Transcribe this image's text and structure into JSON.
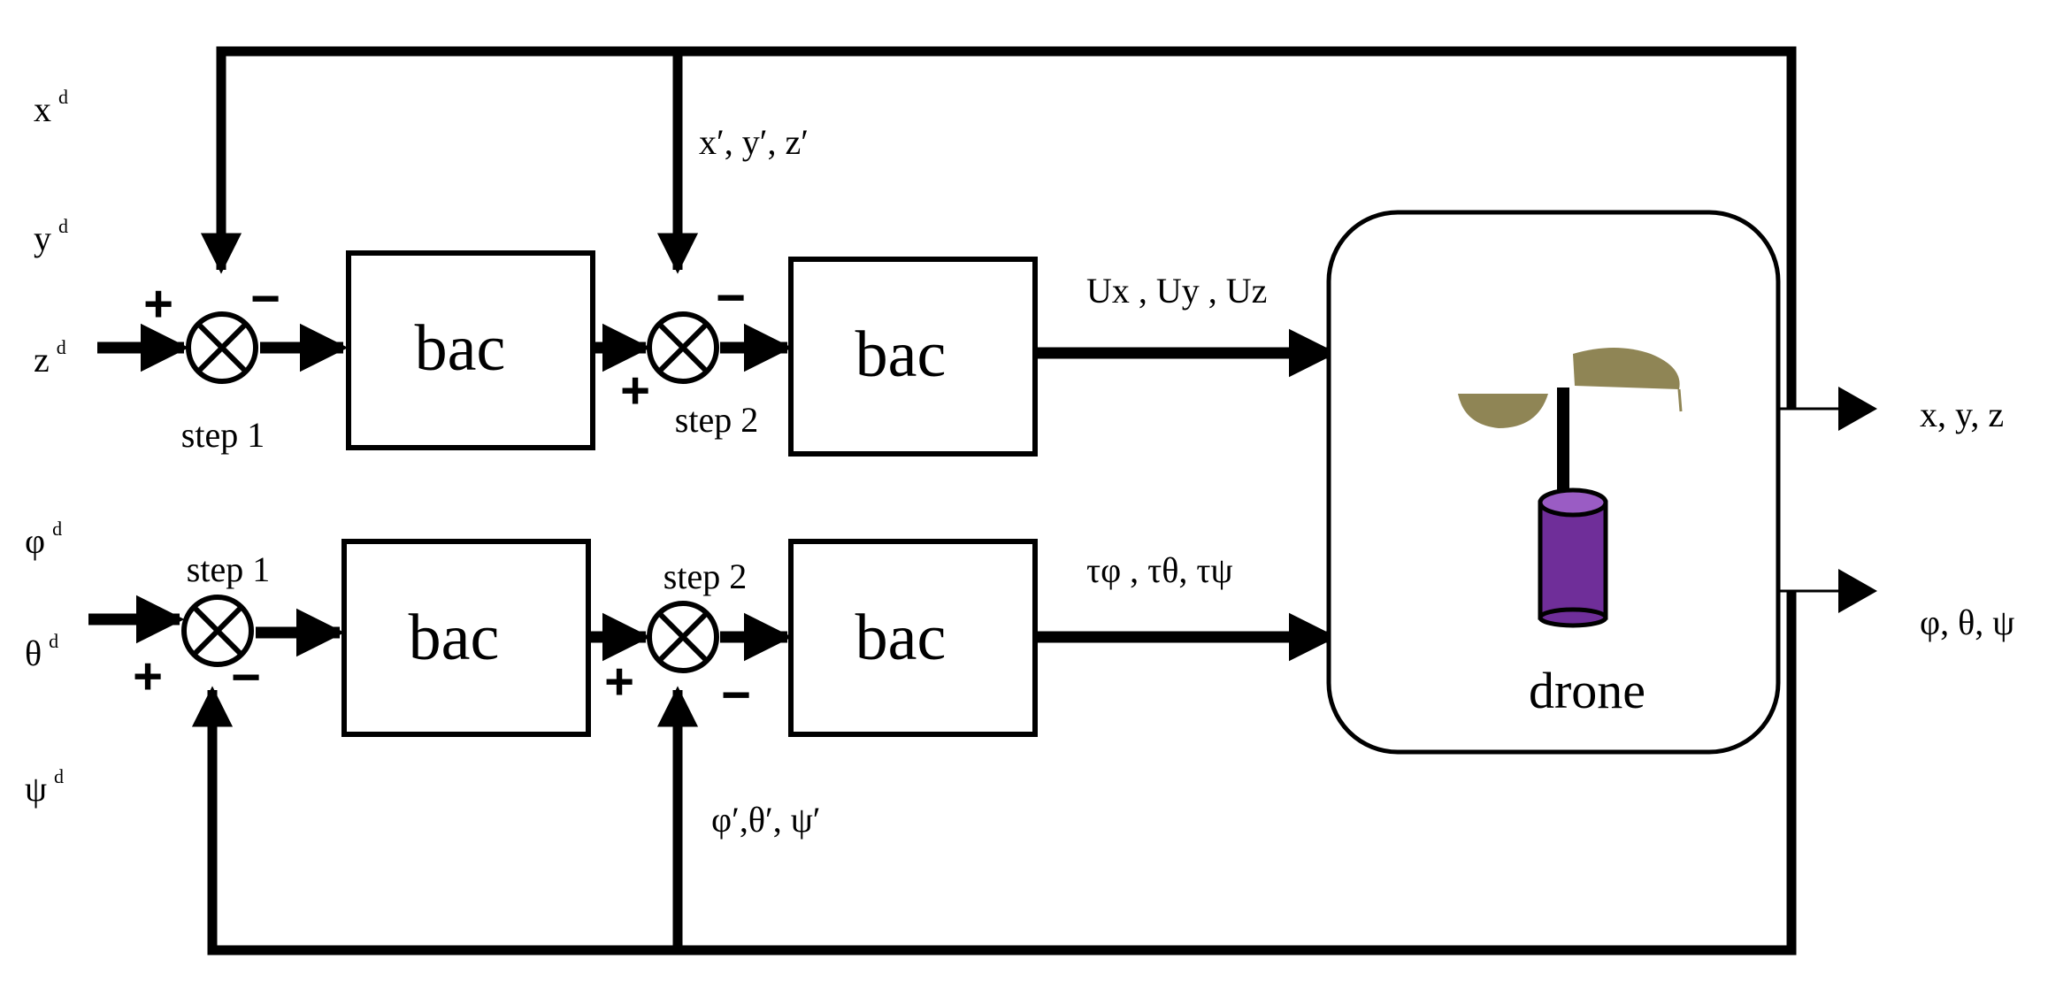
{
  "inputs": {
    "xd": {
      "base": "x",
      "sup": "d"
    },
    "yd": {
      "base": "y",
      "sup": "d"
    },
    "zd": {
      "base": "z",
      "sup": "d"
    },
    "phid": {
      "base": "φ",
      "sup": "d"
    },
    "thetad": {
      "base": "θ",
      "sup": "d"
    },
    "psid": {
      "base": "ψ",
      "sup": "d"
    }
  },
  "blocks": {
    "bac_label": "bac",
    "drone_label": "drone"
  },
  "steps": {
    "step1": "step 1",
    "step2": "step 2"
  },
  "signs": {
    "plus": "+",
    "minus": "−"
  },
  "signals": {
    "pos_feedback": "x′, y′, z′",
    "pos_control": "Ux , Uy , Uz",
    "att_control": "τφ , τθ, τψ",
    "att_feedback": "φ′,θ′, ψ′",
    "pos_output": "x, y, z",
    "att_output": "φ, θ, ψ"
  },
  "colors": {
    "line": "#000000",
    "propeller": "#8f8555",
    "body": "#6f2e99",
    "body_top": "#9a5cc4"
  },
  "icons": {
    "summing_junction": "summing-junction-icon",
    "drone": "drone-icon"
  }
}
